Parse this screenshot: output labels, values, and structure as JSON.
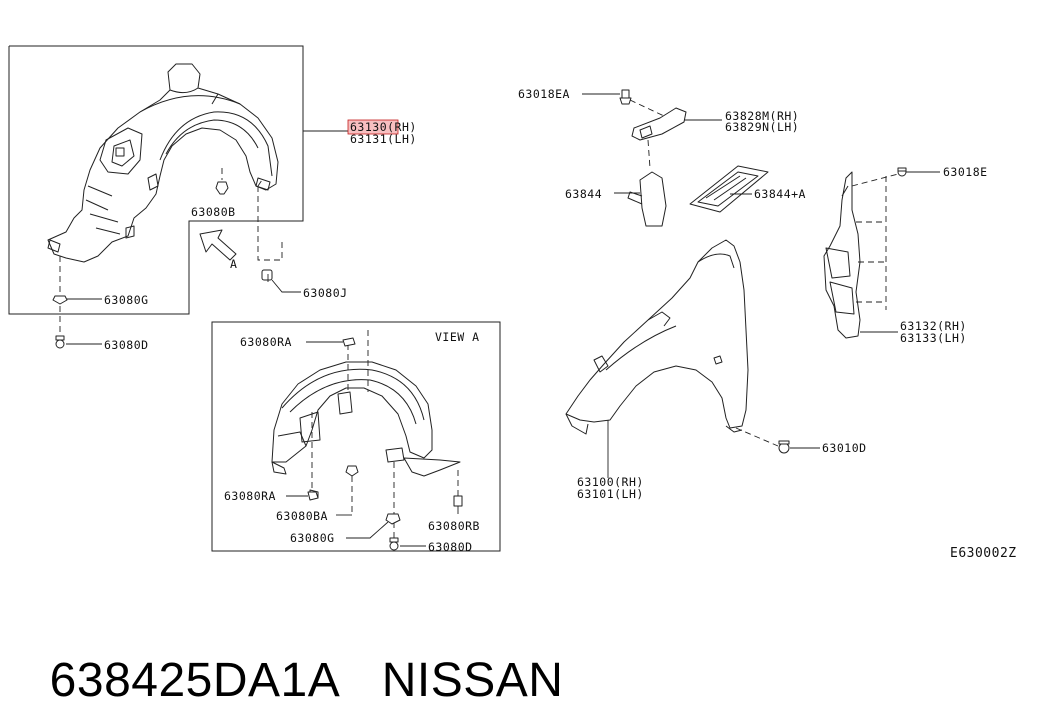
{
  "diagram_code": "E630002Z",
  "view_label": "VIEW A",
  "view_arrow_label": "A",
  "footer": {
    "part_number": "638425DA1A",
    "brand": "NISSAN"
  },
  "highlight_color": "#e8474a",
  "callouts": {
    "c63130_rh": "63130(RH)",
    "c63131_lh": "63131(LH)",
    "c63080b": "63080B",
    "c63080g": "63080G",
    "c63080d": "63080D",
    "c63080j": "63080J",
    "c63018ea": "63018EA",
    "c63828m": "63828M(RH)",
    "c63829n": "63829N(LH)",
    "c63844": "63844",
    "c63844a": "63844+A",
    "c63018e": "63018E",
    "c63132": "63132(RH)",
    "c63133": "63133(LH)",
    "c63100": "63100(RH)",
    "c63101": "63101(LH)",
    "c63010d": "63010D",
    "v63080ra_top": "63080RA",
    "v63080ra_bot": "63080RA",
    "v63080ba": "63080BA",
    "v63080g": "63080G",
    "v63080rb": "63080RB",
    "v63080d": "63080D"
  }
}
